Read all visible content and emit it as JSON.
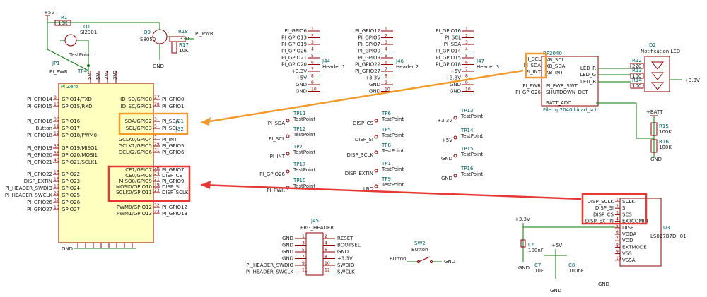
{
  "power": {
    "v5": "+5V",
    "v33": "+3.3V",
    "gnd": "GND",
    "batt": "+BATT"
  },
  "top_left": {
    "r1_ref": "R1",
    "r1_val": "10K",
    "q1_ref": "Q1",
    "q1_val": "SI2301",
    "jp1_ref": "JP1",
    "jp1_label": "PI_PWR",
    "tp4_ref": "TP4",
    "testpoint": "TestPoint",
    "q9_ref": "Q9",
    "q9_val": "S8050",
    "r18_ref": "R18",
    "r18_val": "330",
    "r17_ref": "R17",
    "r17_val": "10K",
    "pi_pwr": "PI_PWR"
  },
  "pi_zero": {
    "title": "Pi Zero",
    "left_pins": [
      {
        "net": "PI_GPIO14",
        "num": "8",
        "name": "GPIO14/TXD"
      },
      {
        "net": "PI_GPIO15",
        "num": "10",
        "name": "GPIO15/RXD"
      },
      {
        "net": "PI_GPIO16",
        "num": "36",
        "name": "GPIO16"
      },
      {
        "net": "Button",
        "num": "11",
        "name": "GPIO17"
      },
      {
        "net": "PI_GPIO18",
        "num": "12",
        "name": "GPIO18/PWM0"
      },
      {
        "net": "PI_GPIO19",
        "num": "35",
        "name": "GPIO19/MISO1"
      },
      {
        "net": "PI_GPIO20",
        "num": "38",
        "name": "GPIO20/MOSI1"
      },
      {
        "net": "PI_GPIO21",
        "num": "40",
        "name": "GPIO21/SCLK1"
      },
      {
        "net": "PI_GPIO22",
        "num": "15",
        "name": "GPIO22"
      },
      {
        "net": "DISP_EXTIN",
        "num": "16",
        "name": "GPIO23"
      },
      {
        "net": "PI_HEADER_SWDIO",
        "num": "18",
        "name": "GPIO24"
      },
      {
        "net": "PI_HEADER_SWCLK",
        "num": "22",
        "name": "GPIO25"
      },
      {
        "net": "PI_GPIO26",
        "num": "37",
        "name": "GPIO26"
      },
      {
        "net": "PI_GPIO27",
        "num": "13",
        "name": "GPIO27"
      }
    ],
    "right_pins": [
      {
        "name": "ID_SD/GPIO0",
        "num": "27",
        "net": "PI_GPIO0"
      },
      {
        "name": "ID_SC/GPIO1",
        "num": "28",
        "net": "PI_GPIO1"
      },
      {
        "name": "SDA/GPIO2",
        "num": "3",
        "net": "PI_SDA"
      },
      {
        "name": "SCL/GPIO3",
        "num": "5",
        "net": "PI_SCL"
      },
      {
        "name": "GCLK0/GPIO4",
        "num": "7",
        "net": "PI_INT"
      },
      {
        "name": "GCLK1/GPIO5",
        "num": "29",
        "net": "PI_GPIO5"
      },
      {
        "name": "GCLK2/GPIO6",
        "num": "31",
        "net": "PI_GPIO6"
      },
      {
        "name": "CE1/GPIO7",
        "num": "26",
        "net": "PI_GPIO7"
      },
      {
        "name": "CE0/GPIO8",
        "num": "24",
        "net": "DISP_CS"
      },
      {
        "name": "MISO0/GPIO9",
        "num": "21",
        "net": "PI_GPIO9"
      },
      {
        "name": "MOSI0/GPIO10",
        "num": "19",
        "net": "DISP_SI"
      },
      {
        "name": "SCLK0/GPIO11",
        "num": "23",
        "net": "DISP_SCLK"
      },
      {
        "name": "PWM0/GPIO12",
        "num": "32",
        "net": "PI_GPIO12"
      },
      {
        "name": "PWM1/GPIO13",
        "num": "33",
        "net": "PI_GPIO13"
      }
    ],
    "j31": "J31",
    "j32": "J32",
    "top_pins": [
      "5V",
      "5V",
      "3V3",
      "3V3"
    ]
  },
  "headers": {
    "j44": {
      "title": "J44",
      "sub": "Header 1",
      "nets": [
        "PI_GPIO6",
        "PI_GPIO13",
        "PI_GPIO19",
        "PI_GPIO26",
        "PI_GPIO21",
        "PI_GPIO20",
        "+3.3V",
        "+5V",
        "GND",
        "GND"
      ]
    },
    "j46": {
      "title": "J46",
      "sub": "Header 2",
      "nets": [
        "PI_GPIO12",
        "PI_GPIO5",
        "PI_GPIO7",
        "PI_GPIO0",
        "PI_GPIO9",
        "PI_GPIO22",
        "PI_GPIO27",
        "+3.3V",
        "GND",
        "GND"
      ]
    },
    "j47": {
      "title": "J47",
      "sub": "Header 3",
      "nets": [
        "PI_GPIO16",
        "PI_SCL",
        "PI_SDA",
        "PI_GPIO14",
        "PI_GPIO15",
        "PI_GPIO18",
        "+5V",
        "+3.3V",
        "GND",
        "GND"
      ]
    }
  },
  "testpoints": [
    {
      "ref": "TP11",
      "net": "PI_SDA"
    },
    {
      "ref": "TP12",
      "net": "PI_SCL"
    },
    {
      "ref": "TP7",
      "net": "PI_INT"
    },
    {
      "ref": "TP17",
      "net": "PI_GPIO26"
    },
    {
      "ref": "TP10",
      "net": "PI_PWR"
    },
    {
      "ref": "TP6",
      "net": "DISP_CS"
    },
    {
      "ref": "TP5",
      "net": "DISP_SI"
    },
    {
      "ref": "TP8",
      "net": "DISP_SCLK"
    },
    {
      "ref": "TP1",
      "net": "DISP_EXTIN"
    },
    {
      "ref": "TP9",
      "net": "LBO"
    },
    {
      "ref": "TP13",
      "net": "+3.3V"
    },
    {
      "ref": "TP14",
      "net": "+5V"
    },
    {
      "ref": "TP15",
      "net": "GND"
    },
    {
      "ref": "TP16",
      "net": "GND"
    }
  ],
  "rp2040": {
    "ref": "RP2040",
    "pins": [
      "KB_SCL",
      "KB_SDA",
      "KB_INT",
      "PI_PWR_SWT",
      "SHUTDOWN_DET",
      "BATT_ADC"
    ],
    "left_nets": [
      "PI_SCL",
      "PI_SDA",
      "PI_INT",
      "PI_PWR",
      "PI_GPIO26"
    ],
    "right_pins": [
      "LED_R",
      "LED_G",
      "LED_B"
    ],
    "file": "File: rp2040.kicad_sch"
  },
  "led": {
    "ref": "D2",
    "title": "Notification LED",
    "r12": "R12",
    "r12v": "220",
    "r13": "R13",
    "r13v": "100",
    "r14": "R14",
    "r14v": "100"
  },
  "batt_div": {
    "r15": "R15",
    "r15v": "100K",
    "r16": "R16",
    "r16v": "100K"
  },
  "j45": {
    "ref": "J45",
    "title": "PRG_HEADER",
    "left": [
      "GND",
      "GND",
      "GND",
      "GND",
      "PI_HEADER_SWDIO",
      "PI_HEADER_SWCLK"
    ],
    "right": [
      "RESET",
      "BOOTSEL",
      "GND",
      "+3.3V",
      "SWDIO",
      "SWCLK"
    ]
  },
  "sw2": {
    "ref": "SW2",
    "title": "Button",
    "net": "Button"
  },
  "display": {
    "ref": "U3",
    "val": "LS027B7DH01",
    "nets": [
      "DISP_SCLK",
      "DISP_SI",
      "DISP_CS",
      "DISP_EXTIN"
    ],
    "pins": [
      "SCLK",
      "SI",
      "SCS",
      "EXTCOMIN",
      "DISP",
      "VDDA",
      "VDD",
      "EXTMODE",
      "VSS",
      "VSSA"
    ],
    "c6": "C6",
    "c6v": "100nF",
    "c7": "C7",
    "c7v": "1uF",
    "c8": "C8",
    "c8v": "100nF"
  }
}
